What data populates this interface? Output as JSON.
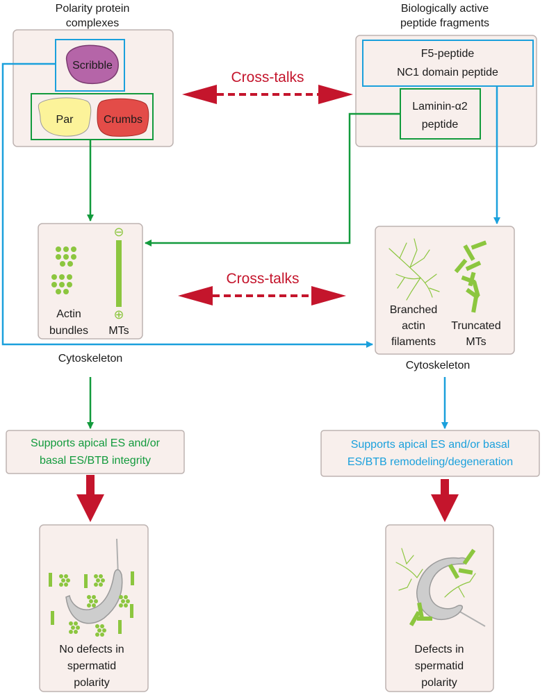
{
  "headings": {
    "left_top": [
      "Polarity protein",
      "complexes"
    ],
    "right_top": [
      "Biologically active",
      "peptide fragments"
    ]
  },
  "proteins": {
    "scribble": "Scribble",
    "par": "Par",
    "crumbs": "Crumbs"
  },
  "peptides": {
    "f5": "F5-peptide",
    "nc1": "NC1 domain peptide",
    "laminin": [
      "Laminin-α2",
      "peptide"
    ]
  },
  "crosstalk": {
    "top": "Cross-talks",
    "middle": "Cross-talks"
  },
  "cytoskeleton_left": {
    "actin": [
      "Actin",
      "bundles"
    ],
    "mts": "MTs",
    "minus_sign": "⊖",
    "plus_sign": "⊕",
    "caption": "Cytoskeleton"
  },
  "cytoskeleton_right": {
    "branched": [
      "Branched",
      "actin",
      "filaments"
    ],
    "truncated": [
      "Truncated",
      "MTs"
    ],
    "caption": "Cytoskeleton"
  },
  "outcomes": {
    "left": [
      "Supports apical ES and/or",
      "basal ES/BTB integrity"
    ],
    "right": [
      "Supports apical ES and/or basal",
      "ES/BTB remodeling/degeneration"
    ]
  },
  "results": {
    "left": [
      "No defects in",
      "spermatid",
      "polarity"
    ],
    "right": [
      "Defects in",
      "spermatid",
      "polarity"
    ]
  },
  "colors": {
    "green": "#129a3c",
    "blue": "#1aa0dc",
    "red": "#c4152c",
    "lime": "#8cc63f",
    "panel": "#f8efec"
  }
}
